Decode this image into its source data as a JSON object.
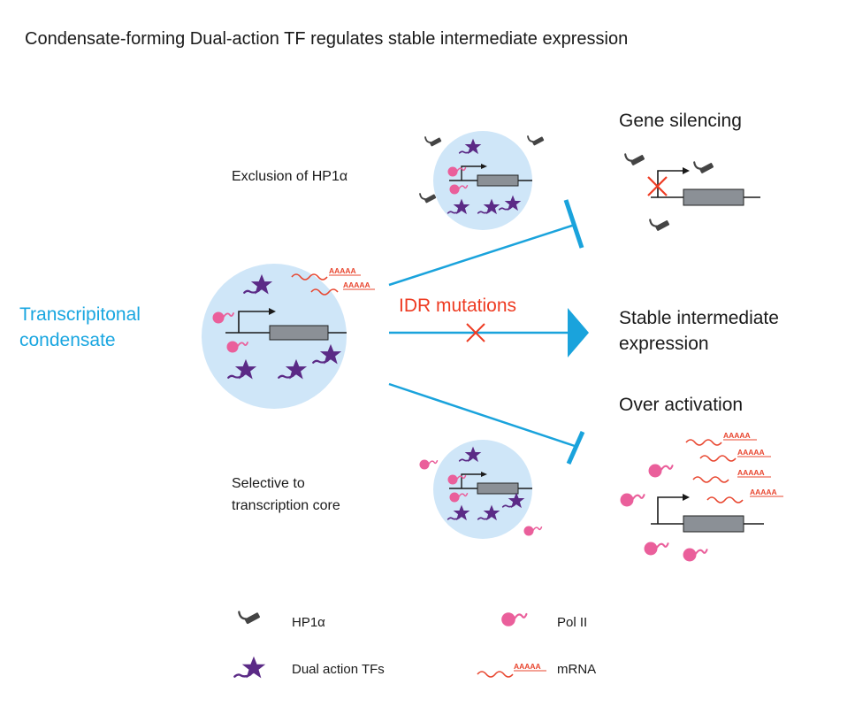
{
  "title": "Condensate-forming Dual-action TF regulates stable intermediate expression",
  "labels": {
    "exclusion": "Exclusion of HP1α",
    "selective_line1": "Selective to",
    "selective_line2": "transcription core",
    "condensate_line1": "Transcripitonal",
    "condensate_line2": "condensate",
    "idr": "IDR mutations"
  },
  "outcomes": {
    "silencing": "Gene silencing",
    "stable_line1": "Stable intermediate",
    "stable_line2": "expression",
    "over": "Over activation"
  },
  "legend": {
    "hp1a": "HP1α",
    "pol2": "Pol II",
    "tfs": "Dual action TFs",
    "mrna": "mRNA"
  },
  "polya_tail": "AAAAA",
  "colors": {
    "condensate_fill": "#cfe6f8",
    "arrow_blue": "#1aa3dc",
    "condensate_text": "#19a6e0",
    "idr_red": "#ee3b22",
    "mrna_red": "#e8452e",
    "tf_purple": "#5b2a86",
    "pol2_pink": "#ea5f9b",
    "gene_gray": "#8b9096",
    "hp1_dark": "#444444"
  },
  "icons": [
    "star-tf-icon",
    "pol2-icon",
    "hp1a-icon",
    "mrna-icon",
    "promoter-arrow-icon",
    "gene-box-icon",
    "inhibition-arrow-icon",
    "block-x-icon"
  ]
}
